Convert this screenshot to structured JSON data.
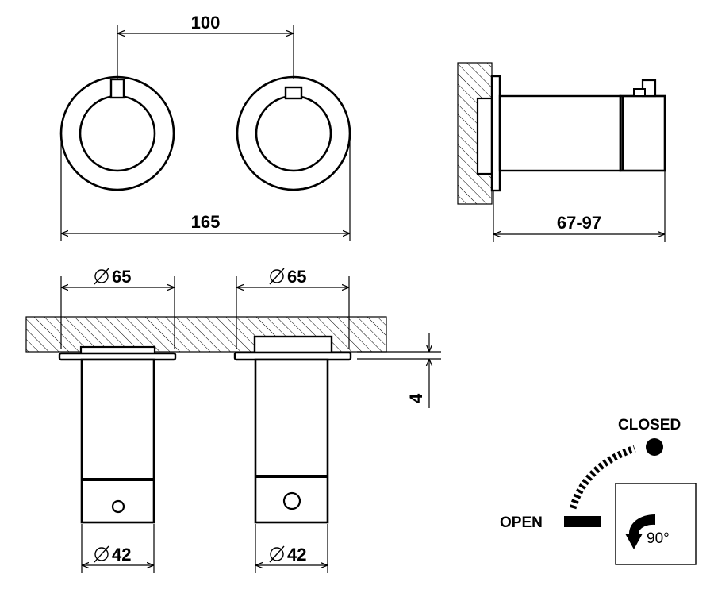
{
  "front_view": {
    "center_distance": "100",
    "overall_width": "165"
  },
  "side_view": {
    "depth_range": "67-97"
  },
  "section_view": {
    "flange_left_diameter": "65",
    "flange_right_diameter": "65",
    "body_left_diameter": "42",
    "body_right_diameter": "42",
    "flange_thickness": "4"
  },
  "rotation_legend": {
    "closed_label": "CLOSED",
    "open_label": "OPEN",
    "angle": "90°"
  }
}
